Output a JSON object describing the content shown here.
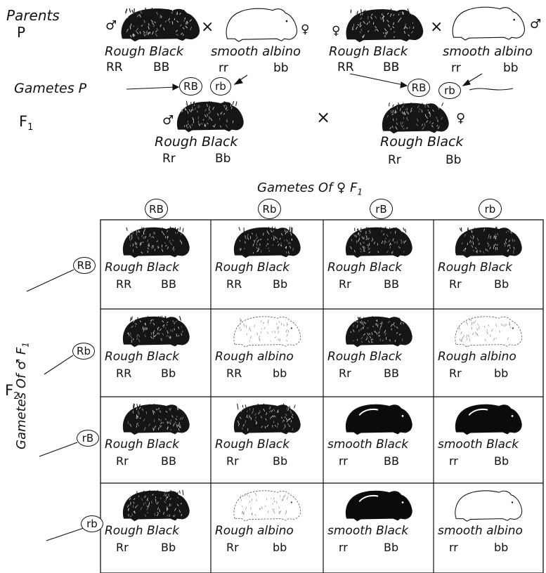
{
  "header": {
    "parents_label": "Parents",
    "p_label": "P",
    "gametes_label": "Gametes P",
    "f1_label": "F",
    "f1_sub": "1",
    "f2_label": "F",
    "f2_sub": "2",
    "cross_symbol": "×",
    "male_symbol": "♂",
    "female_symbol": "♀"
  },
  "parents": {
    "left": {
      "male_phenotype": "Rough Black",
      "male_genotype_1": "RR",
      "male_genotype_2": "BB",
      "female_phenotype": "smooth albino",
      "female_genotype_1": "rr",
      "female_genotype_2": "bb",
      "gamete_1": "RB",
      "gamete_2": "rb"
    },
    "right": {
      "female_phenotype": "Rough Black",
      "female_genotype_1": "RR",
      "female_genotype_2": "BB",
      "male_phenotype": "smooth albino",
      "male_genotype_1": "rr",
      "male_genotype_2": "bb",
      "gamete_1": "RB",
      "gamete_2": "rb"
    }
  },
  "f1": {
    "left_phenotype": "Rough Black",
    "left_genotype_1": "Rr",
    "left_genotype_2": "Bb",
    "right_phenotype": "Rough Black",
    "right_genotype_1": "Rr",
    "right_genotype_2": "Bb"
  },
  "grid": {
    "top_title": "Gametes Of ♀ F",
    "top_title_sub": "1",
    "side_title": "Gametes Of ♂ F",
    "side_title_sub": "1",
    "col_gametes": [
      "RB",
      "Rb",
      "rB",
      "rb"
    ],
    "row_gametes": [
      "RB",
      "Rb",
      "rB",
      "rb"
    ],
    "cells": [
      [
        {
          "pheno": "Rough Black",
          "g1": "RR",
          "g2": "BB",
          "type": "rough-black"
        },
        {
          "pheno": "Rough Black",
          "g1": "RR",
          "g2": "Bb",
          "type": "rough-black"
        },
        {
          "pheno": "Rough Black",
          "g1": "Rr",
          "g2": "BB",
          "type": "rough-black"
        },
        {
          "pheno": "Rough Black",
          "g1": "Rr",
          "g2": "Bb",
          "type": "rough-black"
        }
      ],
      [
        {
          "pheno": "Rough Black",
          "g1": "RR",
          "g2": "Bb",
          "type": "rough-black"
        },
        {
          "pheno": "Rough albino",
          "g1": "RR",
          "g2": "bb",
          "type": "rough-albino"
        },
        {
          "pheno": "Rough Black",
          "g1": "Rr",
          "g2": "BB",
          "type": "rough-black"
        },
        {
          "pheno": "Rough albino",
          "g1": "Rr",
          "g2": "bb",
          "type": "rough-albino"
        }
      ],
      [
        {
          "pheno": "Rough Black",
          "g1": "Rr",
          "g2": "BB",
          "type": "rough-black"
        },
        {
          "pheno": "Rough Black",
          "g1": "Rr",
          "g2": "Bb",
          "type": "rough-black"
        },
        {
          "pheno": "smooth Black",
          "g1": "rr",
          "g2": "BB",
          "type": "smooth-black"
        },
        {
          "pheno": "smooth Black",
          "g1": "rr",
          "g2": "Bb",
          "type": "smooth-black"
        }
      ],
      [
        {
          "pheno": "Rough Black",
          "g1": "Rr",
          "g2": "Bb",
          "type": "rough-black"
        },
        {
          "pheno": "Rough albino",
          "g1": "Rr",
          "g2": "bb",
          "type": "rough-albino"
        },
        {
          "pheno": "smooth Black",
          "g1": "rr",
          "g2": "Bb",
          "type": "smooth-black"
        },
        {
          "pheno": "smooth albino",
          "g1": "rr",
          "g2": "bb",
          "type": "smooth-albino"
        }
      ]
    ]
  }
}
